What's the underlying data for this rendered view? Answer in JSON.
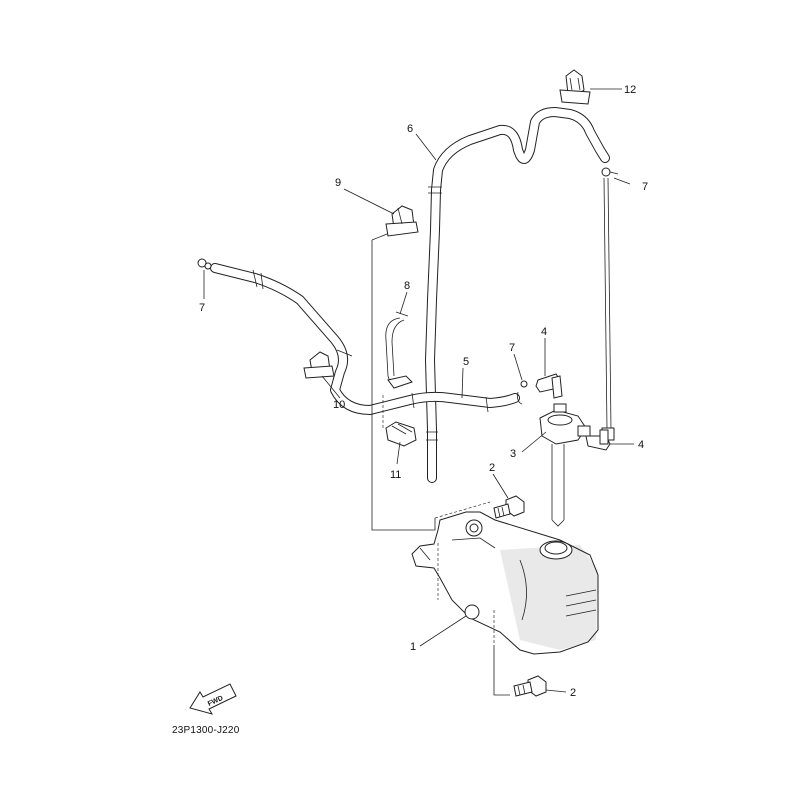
{
  "diagram": {
    "callouts": {
      "c1": "1",
      "c2a": "2",
      "c2b": "2",
      "c3": "3",
      "c4a": "4",
      "c4b": "4",
      "c5": "5",
      "c6": "6",
      "c7a": "7",
      "c7b": "7",
      "c7c": "7",
      "c8": "8",
      "c9": "9",
      "c10": "10",
      "c11": "11",
      "c12": "12"
    },
    "fwd_label": "FWD",
    "drawing_code": "23P1300-J220"
  }
}
